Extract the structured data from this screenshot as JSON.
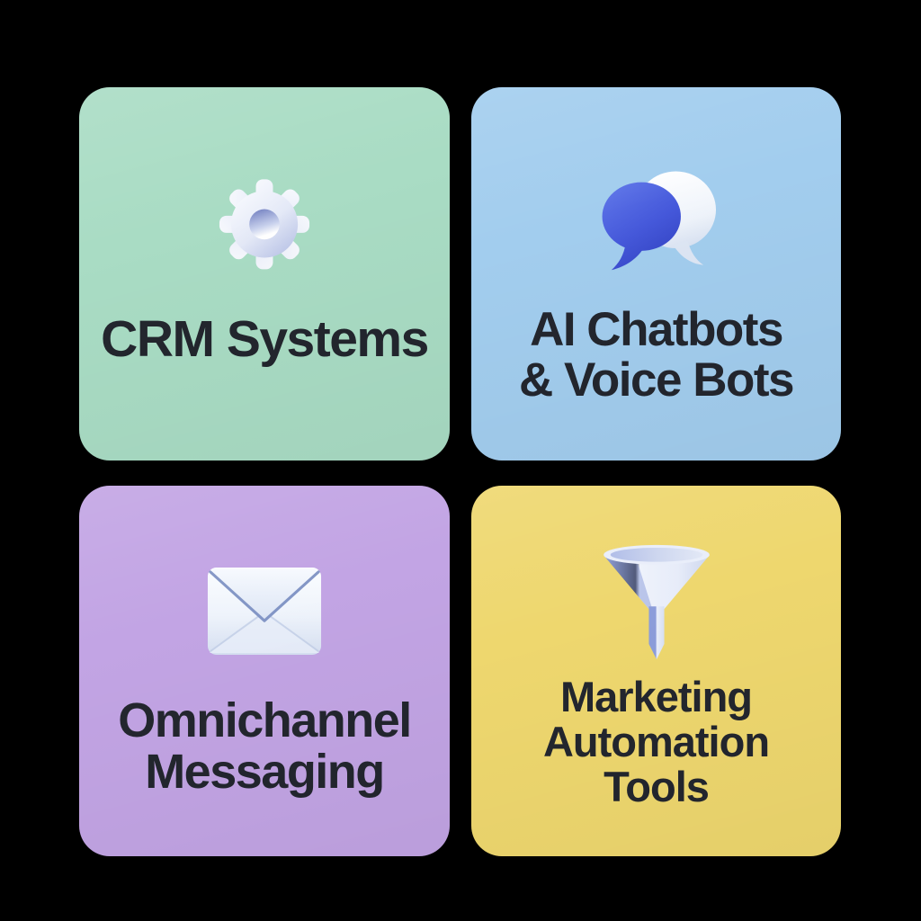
{
  "page": {
    "background_color": "#000000",
    "text_color": "#23262e"
  },
  "cards": [
    {
      "id": "crm-systems",
      "label": "CRM Systems",
      "lines": [
        "CRM Systems"
      ],
      "icon": "gear-icon",
      "bg_color": "#a9dcc4",
      "text_color": "#23262e"
    },
    {
      "id": "ai-chatbots-voice-bots",
      "label": "AI Chatbots & Voice Bots",
      "lines": [
        "AI Chatbots",
        "& Voice Bots"
      ],
      "icon": "chat-bubbles-icon",
      "bg_color": "#a2cdee",
      "text_color": "#23262e"
    },
    {
      "id": "omnichannel-messaging",
      "label": "Omnichannel Messaging",
      "lines": [
        "Omnichannel",
        "Messaging"
      ],
      "icon": "envelope-icon",
      "bg_color": "#c2a4e4",
      "text_color": "#23262e"
    },
    {
      "id": "marketing-automation-tools",
      "label": "Marketing Automation Tools",
      "lines": [
        "Marketing",
        "Automation",
        "Tools"
      ],
      "icon": "funnel-icon",
      "bg_color": "#eed76e",
      "text_color": "#23262e"
    }
  ]
}
